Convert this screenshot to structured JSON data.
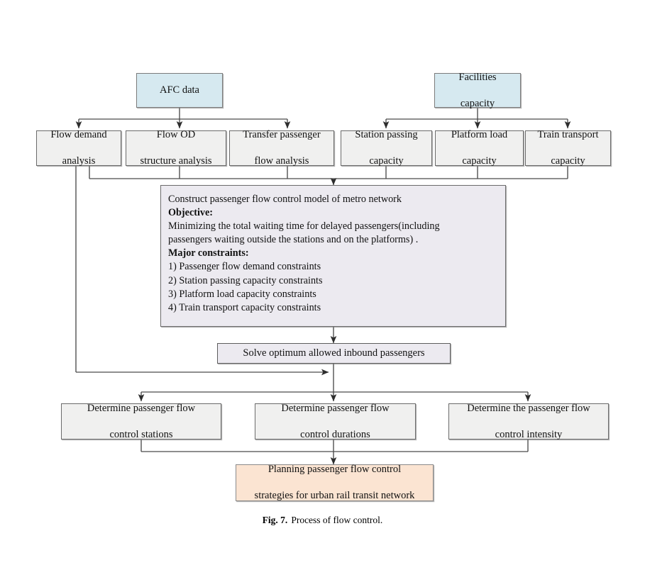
{
  "figure": {
    "number_label": "Fig. 7.",
    "caption": "Process of flow control."
  },
  "palette": {
    "source_fill": "#d6e9f0",
    "process_fill": "#f0f0ef",
    "model_fill": "#eceaf0",
    "result_fill": "#fbe4d2",
    "border": "#6b6b6b",
    "wire": "#3a3a3a"
  },
  "diagram": {
    "type": "flowchart",
    "title": "Process of flow control",
    "sources": [
      {
        "id": "afc",
        "label": "AFC data"
      },
      {
        "id": "facilities",
        "label": "Facilities\ncapacity",
        "line1": "Facilities",
        "line2": "capacity"
      }
    ],
    "inputs": [
      {
        "id": "flow-demand",
        "line1": "Flow demand",
        "line2": "analysis",
        "parent": "afc"
      },
      {
        "id": "flow-od",
        "line1": "Flow OD",
        "line2": "structure analysis",
        "parent": "afc"
      },
      {
        "id": "transfer-flow",
        "line1": "Transfer passenger",
        "line2": "flow analysis",
        "parent": "afc"
      },
      {
        "id": "station-passing",
        "line1": "Station passing",
        "line2": "capacity",
        "parent": "facilities"
      },
      {
        "id": "platform-load",
        "line1": "Platform load",
        "line2": "capacity",
        "parent": "facilities"
      },
      {
        "id": "train-transport",
        "line1": "Train transport",
        "line2": "capacity",
        "parent": "facilities"
      }
    ],
    "model": {
      "id": "model",
      "header": "Construct passenger flow control model of metro network",
      "objective_label": "Objective:",
      "objective_line1": "Minimizing the total waiting time for delayed passengers(including",
      "objective_line2": "passengers waiting outside the stations and  on the platforms) .",
      "constraints_label": "Major constraints:",
      "constraints": [
        "1) Passenger flow demand constraints",
        "2) Station passing capacity constraints",
        "3) Platform load capacity constraints",
        "4) Train transport capacity constraints"
      ]
    },
    "solve": {
      "id": "solve",
      "label": "Solve optimum allowed inbound passengers"
    },
    "decisions": [
      {
        "id": "ctrl-stations",
        "line1": "Determine passenger flow",
        "line2": "control stations"
      },
      {
        "id": "ctrl-durations",
        "line1": "Determine passenger flow",
        "line2": "control durations"
      },
      {
        "id": "ctrl-intensity",
        "line1": "Determine the passenger flow",
        "line2": "control intensity"
      }
    ],
    "result": {
      "id": "planning",
      "line1": "Planning passenger flow control",
      "line2": "strategies for urban rail transit network"
    }
  }
}
